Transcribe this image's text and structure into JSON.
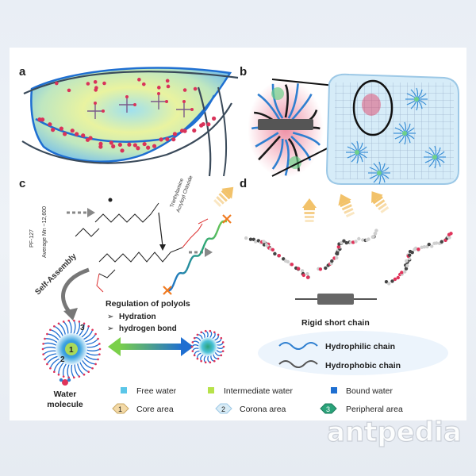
{
  "panels": {
    "a": "a",
    "b": "b",
    "c": "c",
    "d": "d"
  },
  "panel_c": {
    "polymer_name": "PF-127",
    "molecular_weight": "Average Mn ~12,600",
    "reagents": "Triethylamine\nAcryloyl Chloride",
    "self_assembly": "Self-Assembly",
    "regulation_title": "Regulation of polyols",
    "regulation_items": [
      "Hydration",
      "hydrogen bond"
    ],
    "micelle_numbers": [
      "1",
      "2",
      "3"
    ]
  },
  "panel_d": {
    "rigid_chain_label": "Rigid short chain"
  },
  "chain_legend": [
    {
      "label": "Hydrophilic chain",
      "color": "#2f7fd0"
    },
    {
      "label": "Hydrophobic chain",
      "color": "#555555"
    }
  ],
  "legend": {
    "water_molecule": "Water\nmolecule",
    "water_types": [
      {
        "label": "Free water",
        "color": "#5bc6e8"
      },
      {
        "label": "Intermediate  water",
        "color": "#b7e24a"
      },
      {
        "label": "Bound water",
        "color": "#1f6fd1"
      }
    ],
    "areas": [
      {
        "number": "1",
        "label": "Core area",
        "color": "#f3d9a6"
      },
      {
        "number": "2",
        "label": "Corona area",
        "color": "#d9ecf6"
      },
      {
        "number": "3",
        "label": "Peripheral area",
        "color": "#2aa37a"
      }
    ]
  },
  "watermark": "antpedia"
}
